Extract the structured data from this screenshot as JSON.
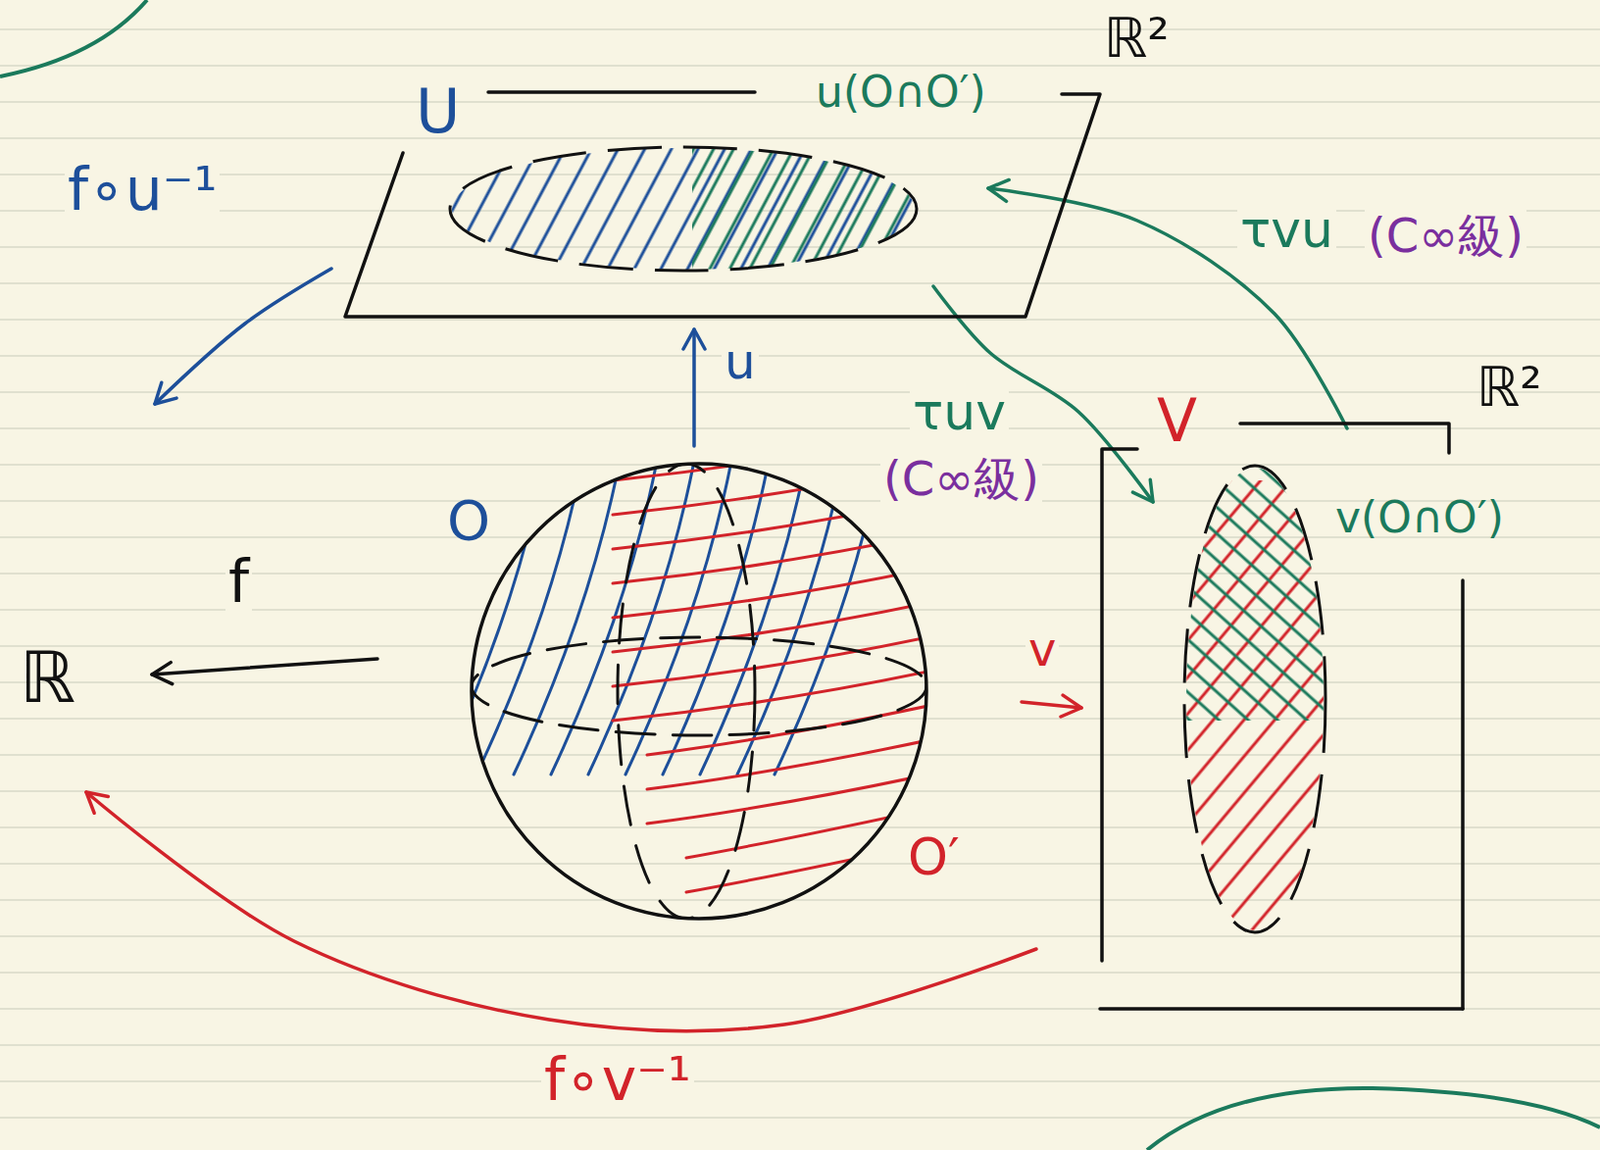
{
  "diagram": {
    "nodes": [
      {
        "text": [
          "ℝ²"
        ]
      },
      {
        "text": [
          "U",
          "u(O∩O′)"
        ],
        "in": 0
      },
      {
        "text": [
          "O",
          "O′"
        ]
      },
      {
        "text": [
          "ℝ"
        ]
      },
      {
        "text": [
          "ℝ²"
        ]
      },
      {
        "text": [
          "V",
          "v(O∩O′)"
        ],
        "in": 4
      }
    ],
    "edges": [
      {
        "from": 2,
        "to": 1,
        "arrow": "to",
        "label": "u"
      },
      {
        "from": 5,
        "to": 1,
        "arrow": "to",
        "label": "τvu"
      },
      {
        "from": 1,
        "to": 5,
        "arrow": "to",
        "label": "τuv"
      },
      {
        "from": 2,
        "to": 3,
        "arrow": "to",
        "label": "f"
      },
      {
        "from": 2,
        "to": 5,
        "arrow": "to",
        "label": "v"
      },
      {
        "from": 1,
        "to": 3,
        "arrow": "to",
        "label": "f∘u⁻¹"
      },
      {
        "from": 5,
        "to": 3,
        "arrow": "to",
        "label": "f∘v⁻¹"
      }
    ],
    "labels": [
      "(C∞級)",
      "(C∞級)"
    ]
  }
}
